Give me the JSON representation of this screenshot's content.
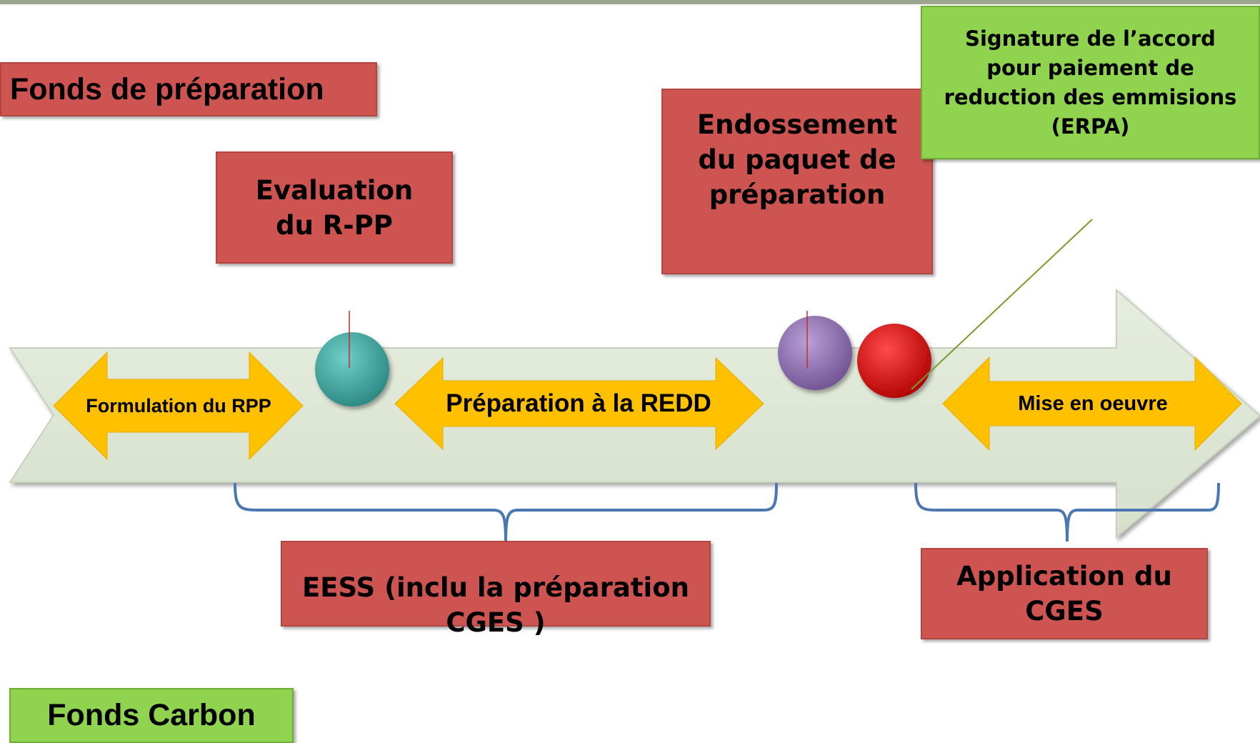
{
  "colors": {
    "red_box": "#cd5451",
    "green_box": "#8fd34f",
    "arrow_band": "#dfe8d5",
    "double_arrow": "#ffc000",
    "brace": "#4a76b2",
    "circle_teal": "#3fa6a0",
    "circle_purple": "#8e6fb2",
    "circle_red": "#d30f0f"
  },
  "legend": {
    "top": "Fonds de préparation",
    "bottom": "Fonds Carbon"
  },
  "milestones": {
    "evaluation": "Evaluation du R-PP",
    "endossement": "Endossement du paquet de préparation",
    "signature": "Signature  de l’accord pour paiement de reduction des emmisions (ERPA)"
  },
  "phases": {
    "formulation": "Formulation du RPP",
    "preparation": "Préparation à la REDD",
    "mise_en_oeuvre": "Mise en oeuvre"
  },
  "groups": {
    "eess": "EESS (inclu la préparation CGES )",
    "cges": "Application  du CGES"
  }
}
